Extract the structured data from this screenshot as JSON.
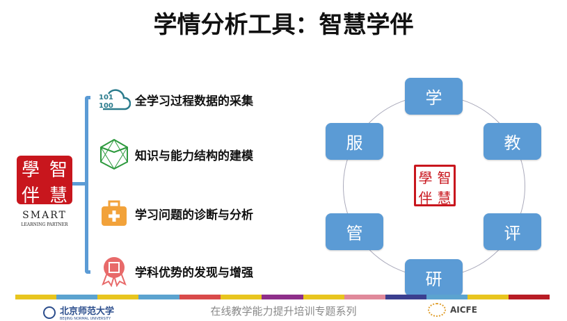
{
  "title": "学情分析工具：智慧学伴",
  "logo": {
    "seal_chars": [
      "學",
      "智",
      "伴",
      "慧"
    ],
    "name": "SMART",
    "subtitle": "LEARNING PARTNER"
  },
  "features": [
    {
      "icon": "cloud-data-icon",
      "label": "全学习过程数据的采集"
    },
    {
      "icon": "polyhedron-icon",
      "label": "知识与能力结构的建模"
    },
    {
      "icon": "first-aid-kit-icon",
      "label": "学习问题的诊断与分析"
    },
    {
      "icon": "award-badge-icon",
      "label": "学科优势的发现与增强"
    }
  ],
  "cycle": {
    "nodes": [
      "学",
      "教",
      "评",
      "研",
      "管",
      "服"
    ],
    "center_seal": [
      "學",
      "智",
      "伴",
      "慧"
    ]
  },
  "footer": {
    "left_logo": "北京师范大学",
    "left_logo_en": "BEIJING NORMAL UNIVERSITY",
    "center": "在线教学能力提升培训专题系列",
    "right_logo": "AICFE"
  },
  "colors": {
    "box": "#5b9bd5",
    "seal": "#c8161d",
    "bracket": "#5b9bd5",
    "strip": [
      "#e8c51e",
      "#5ba3cf",
      "#e8c51e",
      "#5ba3cf",
      "#d94a4a",
      "#e8c51e",
      "#8e2f8a",
      "#e8c51e",
      "#e0899a",
      "#3b3f8f",
      "#5ba3cf",
      "#e8c51e",
      "#b81c25"
    ]
  }
}
